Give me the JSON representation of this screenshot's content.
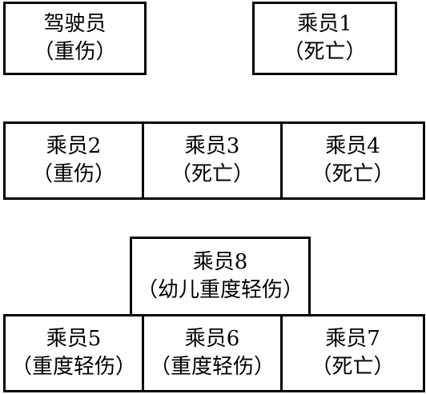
{
  "seats": [
    {
      "id": "driver",
      "name": "驾驶员",
      "status": "（重伤）"
    },
    {
      "id": "p1",
      "name": "乘员1",
      "status": "（死亡）"
    },
    {
      "id": "p2",
      "name": "乘员2",
      "status": "（重伤）"
    },
    {
      "id": "p3",
      "name": "乘员3",
      "status": "（死亡）"
    },
    {
      "id": "p4",
      "name": "乘员4",
      "status": "（死亡）"
    },
    {
      "id": "p8",
      "name": "乘员8",
      "status": "（幼儿重度轻伤）"
    },
    {
      "id": "p5",
      "name": "乘员5",
      "status": "（重度轻伤）"
    },
    {
      "id": "p6",
      "name": "乘员6",
      "status": "（重度轻伤）"
    },
    {
      "id": "p7",
      "name": "乘员7",
      "status": "（死亡）"
    }
  ]
}
